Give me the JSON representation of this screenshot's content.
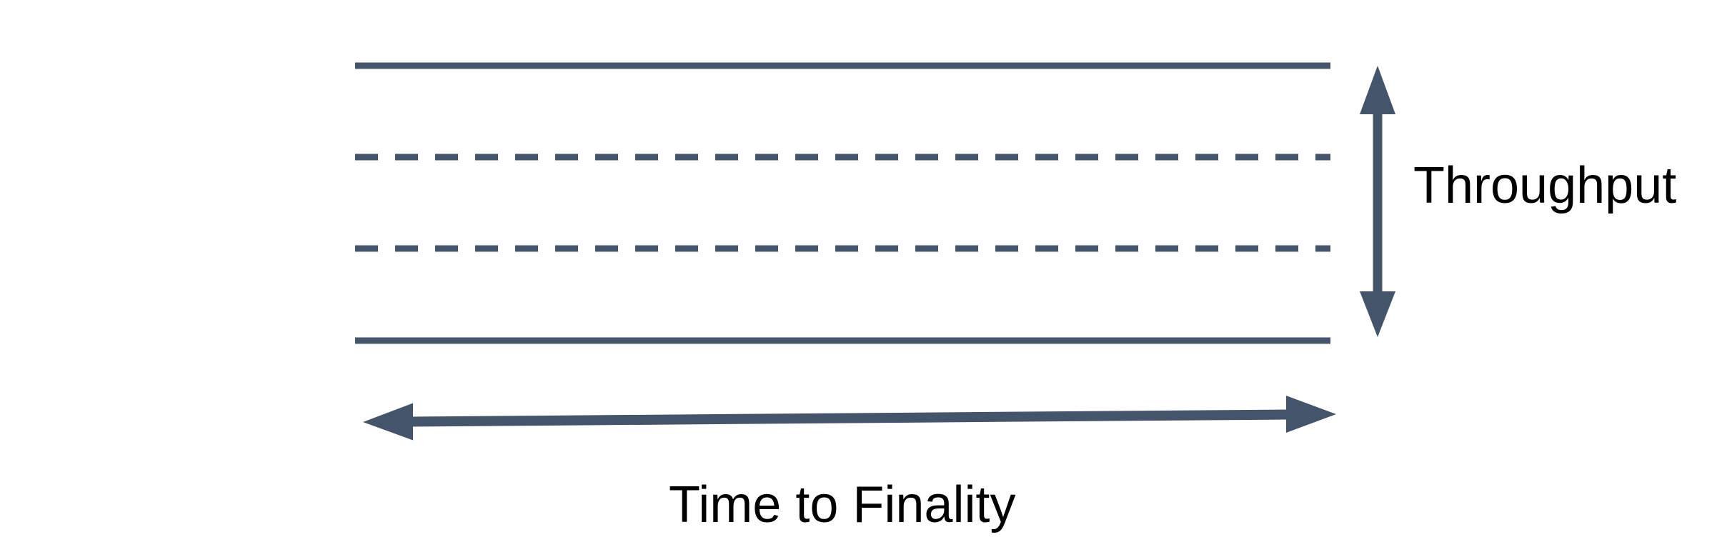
{
  "diagram": {
    "description": "Band of blockchain lanes: two solid boundary lines with two dashed lane lines between them; vertical double-headed arrow spans band height, horizontal double-headed arrow spans band width",
    "labels": {
      "vertical_axis": "Throughput",
      "horizontal_axis": "Time to Finality"
    },
    "colors": {
      "line": "#44546a",
      "arrow": "#44546a",
      "text": "#000000",
      "background": "#ffffff"
    }
  }
}
